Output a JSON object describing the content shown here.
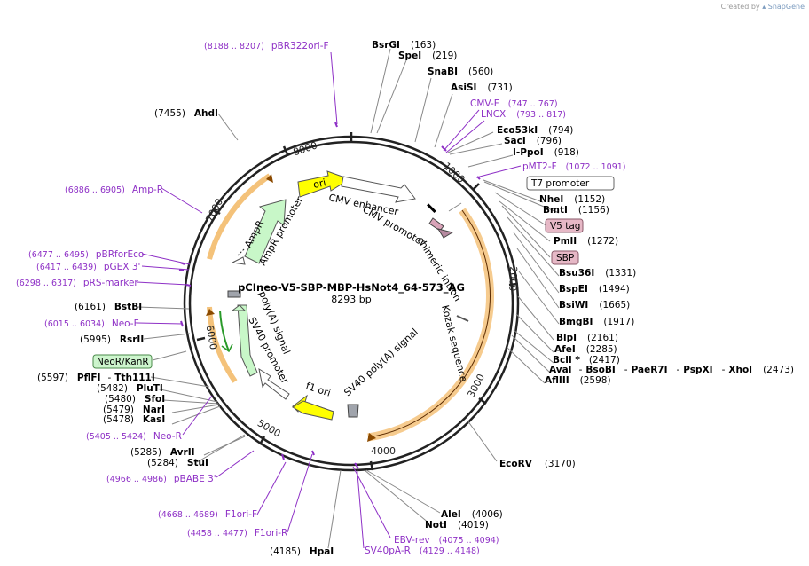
{
  "attribution": {
    "created_by": "Created by",
    "brand": "SnapGene"
  },
  "title": "pCIneo-V5-SBP-MBP-HsNot4_64-573_AG",
  "size": "8293 bp",
  "ticks": [
    "1000",
    "2000",
    "3000",
    "4000",
    "5000",
    "6000",
    "7000",
    "8000"
  ],
  "enzymes": [
    {
      "name": "BsrGI",
      "pos": "(163)"
    },
    {
      "name": "SpeI",
      "pos": "(219)"
    },
    {
      "name": "SnaBI",
      "pos": "(560)"
    },
    {
      "name": "AsiSI",
      "pos": "(731)"
    },
    {
      "name": "Eco53kI",
      "pos": "(794)"
    },
    {
      "name": "SacI",
      "pos": "(796)"
    },
    {
      "name": "I-PpoI",
      "pos": "(918)"
    },
    {
      "name": "NheI",
      "pos": "(1152)"
    },
    {
      "name": "BmtI",
      "pos": "(1156)"
    },
    {
      "name": "PmlI",
      "pos": "(1272)"
    },
    {
      "name": "Bsu36I",
      "pos": "(1331)"
    },
    {
      "name": "BspEI",
      "pos": "(1494)"
    },
    {
      "name": "BsiWI",
      "pos": "(1665)"
    },
    {
      "name": "BmgBI",
      "pos": "(1917)"
    },
    {
      "name": "BlpI",
      "pos": "(2161)"
    },
    {
      "name": "AfeI",
      "pos": "(2285)"
    },
    {
      "name": "BclI *",
      "pos": "(2417)"
    },
    {
      "name": "AvaI",
      "sep1": "-",
      "name2": "BsoBI",
      "sep2": "-",
      "name3": "PaeR7I",
      "sep3": "-",
      "name4": "PspXI",
      "sep4": "-",
      "name5": "XhoI",
      "pos": "(2473)"
    },
    {
      "name": "AflIII",
      "pos": "(2598)"
    },
    {
      "name": "EcoRV",
      "pos": "(3170)"
    },
    {
      "name": "AleI",
      "pos": "(4006)"
    },
    {
      "name": "NotI",
      "pos": "(4019)"
    },
    {
      "name": "HpaI",
      "pos": "(4185)"
    },
    {
      "name": "StuI",
      "pos": "(5284)"
    },
    {
      "name": "AvrII",
      "pos": "(5285)"
    },
    {
      "name": "KasI",
      "pos": "(5478)"
    },
    {
      "name": "NarI",
      "pos": "(5479)"
    },
    {
      "name": "SfoI",
      "pos": "(5480)"
    },
    {
      "name": "PluTI",
      "pos": "(5482)"
    },
    {
      "name": "PflFI",
      "sep": "-",
      "name2": "Tth111I",
      "pos": "(5597)"
    },
    {
      "name": "RsrII",
      "pos": "(5995)"
    },
    {
      "name": "BstBI",
      "pos": "(6161)"
    },
    {
      "name": "AhdI",
      "pos": "(7455)"
    }
  ],
  "primers": [
    {
      "name": "pBR322ori-F",
      "range": "(8188 .. 8207)"
    },
    {
      "name": "CMV-F",
      "range": "(747 .. 767)"
    },
    {
      "name": "LNCX",
      "range": "(793 .. 817)"
    },
    {
      "name": "pMT2-F",
      "range": "(1072 .. 1091)"
    },
    {
      "name": "Amp-R",
      "range": "(6886 .. 6905)"
    },
    {
      "name": "pBRforEco",
      "range": "(6477 .. 6495)"
    },
    {
      "name": "pGEX 3'",
      "range": "(6417 .. 6439)"
    },
    {
      "name": "pRS-marker",
      "range": "(6298 .. 6317)"
    },
    {
      "name": "Neo-F",
      "range": "(6015 .. 6034)"
    },
    {
      "name": "Neo-R",
      "range": "(5405 .. 5424)"
    },
    {
      "name": "pBABE 3'",
      "range": "(4966 .. 4986)"
    },
    {
      "name": "F1ori-F",
      "range": "(4668 .. 4689)"
    },
    {
      "name": "F1ori-R",
      "range": "(4458 .. 4477)"
    },
    {
      "name": "EBV-rev",
      "range": "(4075 .. 4094)"
    },
    {
      "name": "SV40pA-R",
      "range": "(4129 .. 4148)"
    }
  ],
  "boxed_features": {
    "t7": "T7 promoter",
    "v5": "V5 tag",
    "sbp": "SBP",
    "neo": "NeoR/KanR"
  },
  "features": {
    "ori": "ori",
    "cmv_enhancer": "CMV enhancer",
    "cmv_promoter": "CMV promoter",
    "chimeric_intron": "chimeric intron",
    "kozak": "Kozak sequence",
    "sv40_polya_right": "SV40 poly(A) signal",
    "f1_ori": "f1 ori",
    "sv40_promoter": "SV40 promoter",
    "polya_signal_left": "poly(A) signal",
    "ampr": "AmpR",
    "ampr_promoter": "AmpR promoter"
  },
  "colors": {
    "backbone": "#222222",
    "primer": "#8e30c6",
    "orf_outline": "#f0a630",
    "ori": "#ffff00",
    "ampr": "#c8f7c8",
    "v5_box": "#e6b8c6",
    "neo_box": "#cdf5cd"
  }
}
